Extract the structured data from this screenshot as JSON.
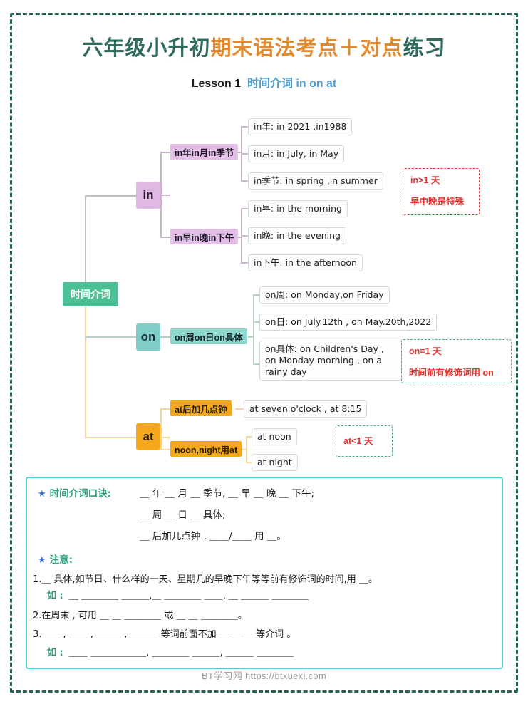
{
  "border_color": "#2a6158",
  "title": {
    "part1": "六年级小升初",
    "part2": "期末语法考点＋对点",
    "part3": "练习",
    "color_green": "#2f6b5e",
    "color_orange": "#e38a2e"
  },
  "subtitle": {
    "lesson": "Lesson 1",
    "topic": "时间介词 in on at",
    "color_blue": "#4e9fd4"
  },
  "mindmap": {
    "root": "时间介词",
    "root_color": "#4cbf94",
    "branches": [
      {
        "key": "in",
        "label": "in",
        "color": "#dfb8e4",
        "groups": [
          {
            "chip": "in年in月in季节",
            "leaves": [
              "in年:  in 2021 ,in1988",
              "in月:  in July, in May",
              "in季节:  in spring ,in summer"
            ]
          },
          {
            "chip": "in早in晚in下午",
            "leaves": [
              "in早:  in the morning",
              "in晚:  in the evening",
              "in下午:  in the afternoon"
            ]
          }
        ],
        "note": {
          "line1": "in>1 天",
          "line2": "早中晚是特殊",
          "style": "red"
        }
      },
      {
        "key": "on",
        "label": "on",
        "color": "#7fcfc8",
        "groups": [
          {
            "chip": "on周on日on具体",
            "leaves": [
              "on周:  on Monday,on Friday",
              "on日:  on July.12th , on May.20th,2022",
              "on具体:  on Children's Day ,\non Monday morning ,\non a rainy day"
            ]
          }
        ],
        "note": {
          "line1": "on=1 天",
          "line2": "时间前有修饰词用 on",
          "style": "green"
        }
      },
      {
        "key": "at",
        "label": "at",
        "color": "#f5a81c",
        "groups": [
          {
            "chip": "at后加几点钟",
            "leaves": [
              "at seven o'clock , at 8:15"
            ]
          },
          {
            "chip": "noon,night用at",
            "leaves": [
              "at noon",
              "at night"
            ]
          }
        ],
        "note": {
          "line1": "at<1 天",
          "line2": "",
          "style": "green"
        }
      }
    ]
  },
  "panel": {
    "border_color": "#57cfd0",
    "star": "★",
    "mnemonic_heading": "时间介词口诀:",
    "mnemonic_lines": [
      "＿ 年 ＿ 月 ＿ 季节,  ＿ 早 ＿ 晚 ＿ 下午;",
      "＿ 周 ＿ 日 ＿ 具体;",
      "＿ 后加几点钟 ,  ＿＿/＿＿ 用 ＿。"
    ],
    "notice_heading": "注意:",
    "items": [
      {
        "num": "1.",
        "text": "＿ 具体,如节日、什么样的一天、星期几的早晚下午等等前有修饰词的时间,用 ＿。",
        "example_label": "如 :",
        "example_blanks": "＿ ＿＿＿＿  ＿＿＿,＿ ＿＿＿＿ ＿＿, ＿ ＿＿＿ ＿＿＿＿"
      },
      {
        "num": "2.",
        "text": "在周末 , 可用 ＿ ＿ ＿＿＿＿ 或 ＿ ＿ ＿＿＿＿。",
        "example_label": "",
        "example_blanks": ""
      },
      {
        "num": "3.",
        "text": "＿＿ , ＿＿ ,  ＿＿＿,  ＿＿＿ 等词前面不加 ＿ ＿ ＿  等介词 。",
        "example_label": "如 :",
        "example_blanks": "＿＿ ＿＿＿＿＿＿,     ＿＿＿＿ ＿＿＿,   ＿＿＿ ＿＿＿＿"
      }
    ]
  },
  "watermark": "BT学习网 https://btxuexi.com"
}
